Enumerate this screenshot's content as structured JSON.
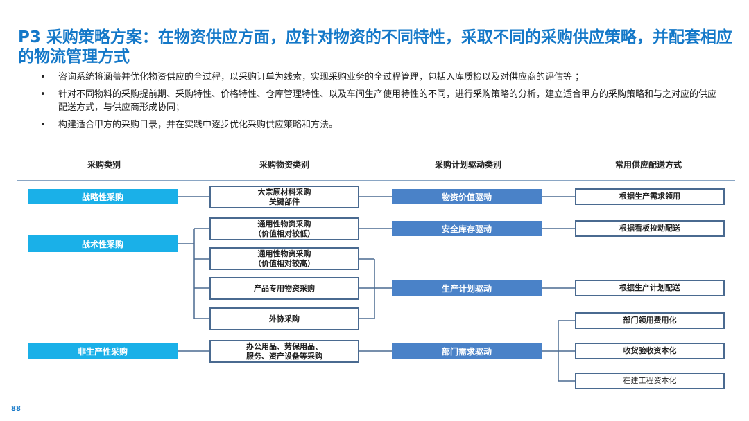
{
  "title": "P3 采购策略方案：在物资供应方面，应针对物资的不同特性，采取不同的采购供应策略，并配套相应的物流管理方式",
  "bullet_symbol": "•",
  "bullets": [
    "咨询系统将涵盖并优化物资供应的全过程，以采购订单为线索，实现采购业务的全过程管理，包括入库质检以及对供应商的评估等 ；",
    "针对不同物料的采购提前期、采购特性、价格特性、仓库管理特性、以及车间生产使用特性的不同，进行采购策略的分析，建立适合甲方的采购策略和与之对应的供应配送方式，与供应商形成协同；",
    "构建适合甲方的采购目录，并在实践中逐步优化采购供应策略和方法。"
  ],
  "columns": [
    "采购类别",
    "采购物资类别",
    "采购计划驱动类别",
    "常用供应配送方式"
  ],
  "categories": [
    "战略性采购",
    "战术性采购",
    "非生产性采购"
  ],
  "materials": [
    "大宗原材料采购\n关键部件",
    "通用性物资采购\n（价值相对较低）",
    "通用性物资采购\n（价值相对较高）",
    "产品专用物资采购",
    "外协采购",
    "办公用品、劳保用品、\n服务、资产设备等采购"
  ],
  "drivers": [
    "物资价值驱动",
    "安全库存驱动",
    "生产计划驱动",
    "部门需求驱动"
  ],
  "delivery": [
    "根据生产需求领用",
    "根据看板拉动配送",
    "根据生产计划配送",
    "部门领用费用化",
    "收货验收资本化",
    "在建工程资本化"
  ],
  "page_number": "88",
  "colors": {
    "title": "#1478c8",
    "category_box": "#1ab0e8",
    "driver_box": "#4a82c8",
    "outline": "#4a6a90"
  }
}
